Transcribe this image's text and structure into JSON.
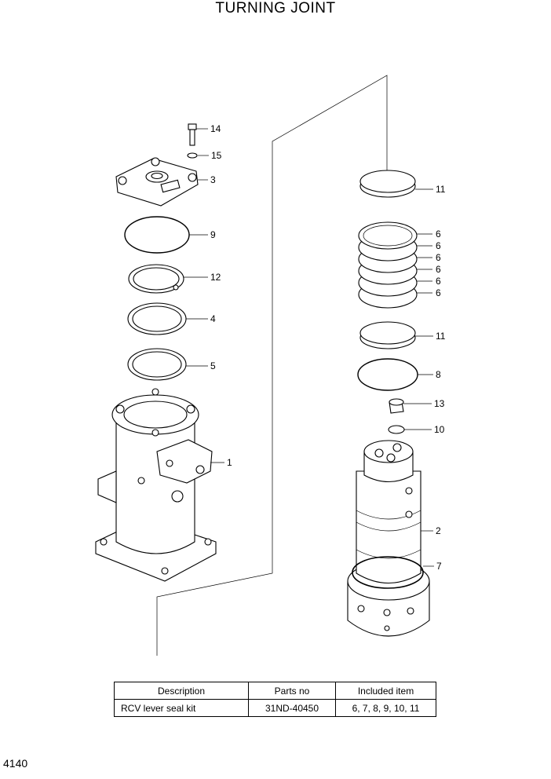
{
  "title": "TURNING JOINT",
  "page_number": "4140",
  "labels": [
    {
      "id": "14",
      "text": "14"
    },
    {
      "id": "15",
      "text": "15"
    },
    {
      "id": "3",
      "text": "3"
    },
    {
      "id": "9",
      "text": "9"
    },
    {
      "id": "12",
      "text": "12"
    },
    {
      "id": "4",
      "text": "4"
    },
    {
      "id": "5",
      "text": "5"
    },
    {
      "id": "1",
      "text": "1"
    },
    {
      "id": "11a",
      "text": "11"
    },
    {
      "id": "6a",
      "text": "6"
    },
    {
      "id": "6b",
      "text": "6"
    },
    {
      "id": "6c",
      "text": "6"
    },
    {
      "id": "6d",
      "text": "6"
    },
    {
      "id": "6e",
      "text": "6"
    },
    {
      "id": "6f",
      "text": "6"
    },
    {
      "id": "11b",
      "text": "11"
    },
    {
      "id": "8",
      "text": "8"
    },
    {
      "id": "13",
      "text": "13"
    },
    {
      "id": "10",
      "text": "10"
    },
    {
      "id": "2",
      "text": "2"
    },
    {
      "id": "7",
      "text": "7"
    }
  ],
  "table": {
    "headers": [
      "Description",
      "Parts no",
      "Included item"
    ],
    "rows": [
      [
        "RCV lever seal kit",
        "31ND-40450",
        "6, 7, 8, 9, 10, 11"
      ]
    ]
  }
}
